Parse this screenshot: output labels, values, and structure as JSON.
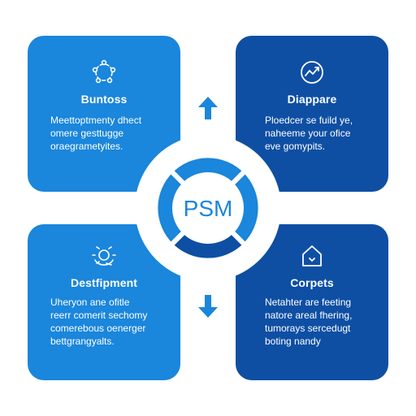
{
  "center": {
    "label": "PSM",
    "colors": {
      "dark": "#0e4fa4",
      "light": "#1a86dc",
      "inner_text": "#1a86dc"
    }
  },
  "cards": [
    {
      "position": "top-left",
      "icon": "network-cycle-icon",
      "title": "Buntoss",
      "lines": [
        "Meettoptmenty dhect",
        "omere gesttugge",
        "oraegrametyites."
      ],
      "color": "#1a86dc"
    },
    {
      "position": "top-right",
      "icon": "trend-chart-icon",
      "title": "Diappare",
      "lines": [
        "Ploedcer se fuild ye,",
        "naheeme your ofice",
        "eve gomypits."
      ],
      "color": "#0e4fa4"
    },
    {
      "position": "bottom-left",
      "icon": "gear-hand-icon",
      "title": "Destfipment",
      "lines": [
        "Uheryon ane ofitle",
        "reerr comerit sechomy",
        "comerebous oenerger",
        "bettgrangyalts."
      ],
      "color": "#1a86dc"
    },
    {
      "position": "bottom-right",
      "icon": "house-icon",
      "title": "Corpets",
      "lines": [
        "Netahter are feeting",
        "natore areal fhering,",
        "tumorays sercedugt",
        "boting nandy"
      ],
      "color": "#0e4fa4"
    }
  ],
  "arrows": [
    {
      "direction": "up",
      "icon": "arrow-up-icon",
      "color": "#1a86dc"
    },
    {
      "direction": "down",
      "icon": "arrow-down-icon",
      "color": "#1a86dc"
    }
  ]
}
